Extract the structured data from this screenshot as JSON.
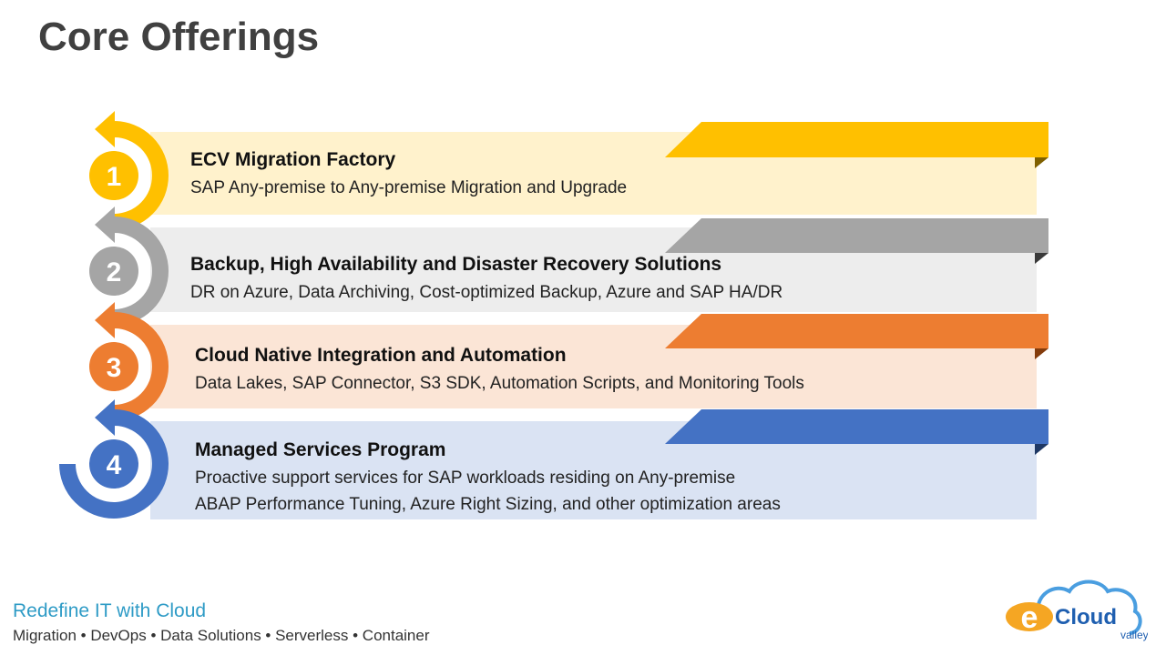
{
  "title": "Core Offerings",
  "offerings": [
    {
      "number": "1",
      "title": "ECV Migration Factory",
      "lines": [
        "SAP Any-premise to Any-premise Migration and Upgrade"
      ],
      "color": "#ffc000",
      "fill": "#fff2cc"
    },
    {
      "number": "2",
      "title": "Backup, High Availability and Disaster Recovery Solutions",
      "lines": [
        "DR on Azure, Data Archiving, Cost-optimized Backup, Azure and SAP HA/DR"
      ],
      "color": "#a5a5a5",
      "fill": "#ededed"
    },
    {
      "number": "3",
      "title": "Cloud Native Integration and Automation",
      "lines": [
        "Data Lakes, SAP Connector, S3 SDK, Automation Scripts, and Monitoring Tools"
      ],
      "color": "#ed7d31",
      "fill": "#fbe5d6"
    },
    {
      "number": "4",
      "title": "Managed Services Program",
      "lines": [
        "Proactive support services for SAP workloads residing on Any-premise",
        "ABAP Performance Tuning, Azure Right Sizing, and other optimization areas"
      ],
      "color": "#4472c4",
      "fill": "#dae3f3"
    }
  ],
  "footer": {
    "tagline": "Redefine IT with Cloud",
    "services": "Migration • DevOps • Data Solutions • Serverless • Container"
  },
  "logo": {
    "e": "e",
    "cloud": "Cloud",
    "valley": "valley"
  }
}
